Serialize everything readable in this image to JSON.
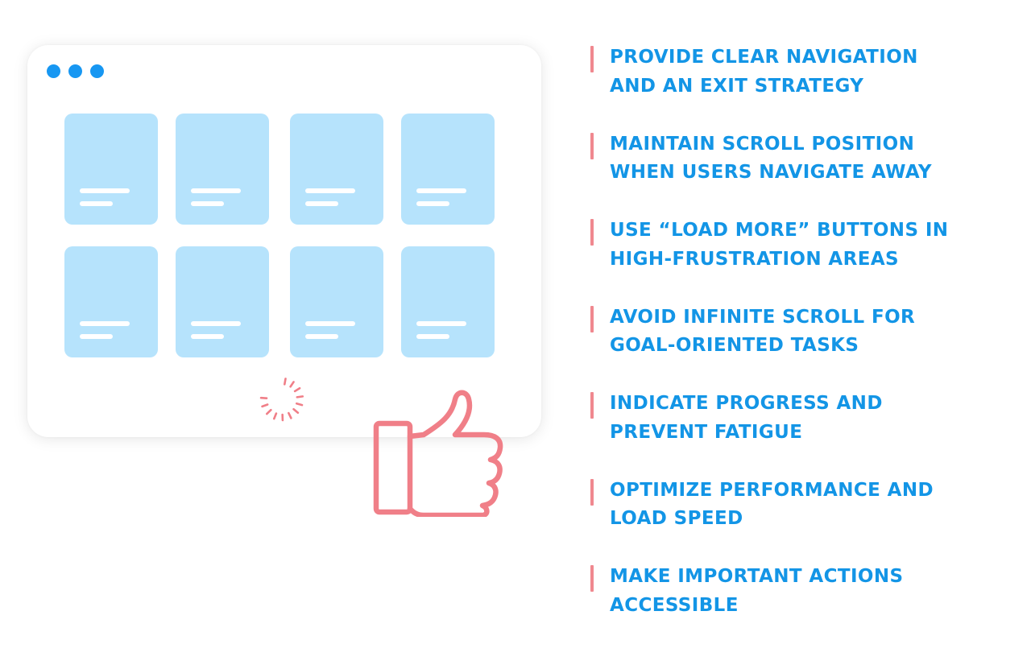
{
  "colors": {
    "accent": "#1395e6",
    "dot": "#1797f2",
    "card": "#b6e3fc",
    "bar": "#f0888f",
    "thumb": "#f07f88",
    "spinner": "#f07f88"
  },
  "illustration": {
    "window_dots": 3,
    "cards": 8,
    "spinner_icon": "loading-spinner-icon",
    "thumb_icon": "thumbs-up-icon"
  },
  "tips": [
    {
      "line1": "PROVIDE CLEAR NAVIGATION",
      "line2": "AND AN EXIT STRATEGY"
    },
    {
      "line1": "MAINTAIN SCROLL POSITION",
      "line2": "WHEN USERS NAVIGATE AWAY"
    },
    {
      "line1": "USE “LOAD MORE” BUTTONS IN",
      "line2": "HIGH-FRUSTRATION AREAS"
    },
    {
      "line1": "AVOID INFINITE SCROLL FOR",
      "line2": "GOAL-ORIENTED TASKS"
    },
    {
      "line1": "INDICATE PROGRESS AND",
      "line2": "PREVENT FATIGUE"
    },
    {
      "line1": "OPTIMIZE PERFORMANCE AND",
      "line2": "LOAD SPEED"
    },
    {
      "line1": "MAKE IMPORTANT ACTIONS",
      "line2": "ACCESSIBLE"
    }
  ]
}
